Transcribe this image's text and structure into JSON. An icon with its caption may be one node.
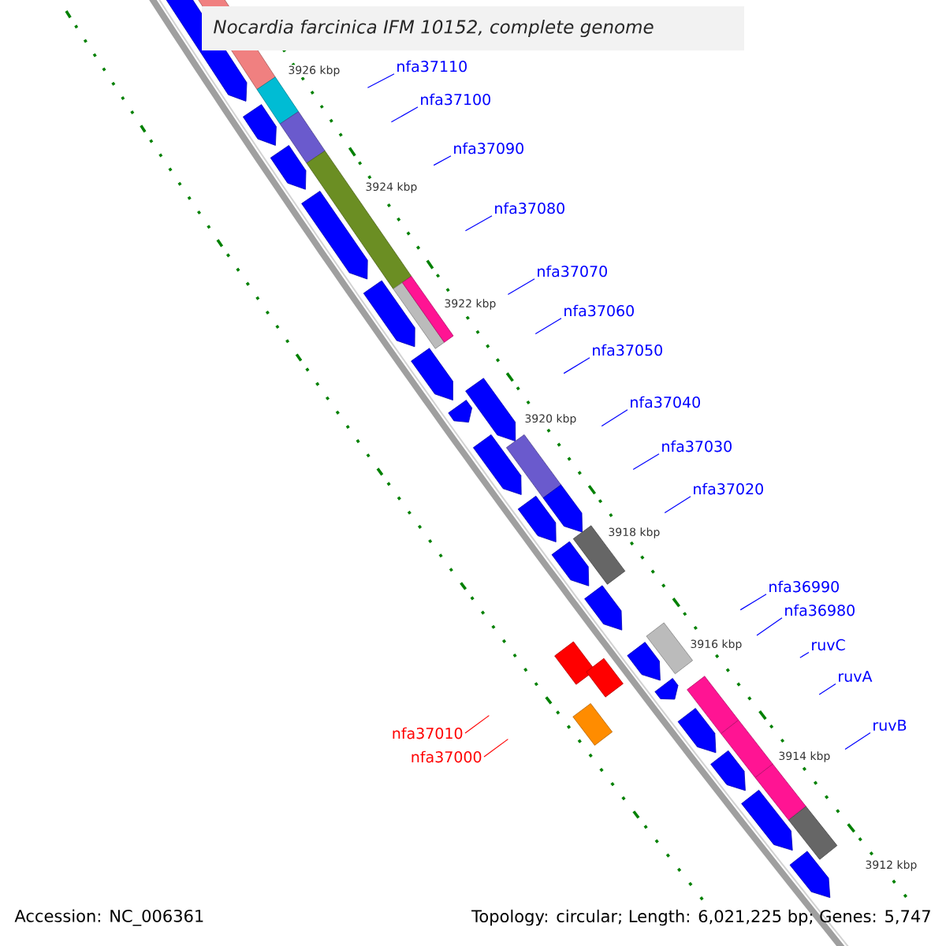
{
  "diagram": {
    "title": "*Nocardia farcinica IFM 10152, complete genome*",
    "nodes": [
      {
        "text": [
          "nfa37110"
        ]
      },
      {
        "text": [
          "nfa37100"
        ]
      },
      {
        "text": [
          "nfa37090"
        ]
      },
      {
        "text": [
          "nfa37080"
        ]
      },
      {
        "text": [
          "nfa37070"
        ]
      },
      {
        "text": [
          "nfa37060"
        ]
      },
      {
        "text": [
          "nfa37050"
        ]
      },
      {
        "text": [
          "nfa37040"
        ]
      },
      {
        "text": [
          "nfa37030"
        ]
      },
      {
        "text": [
          "nfa37020"
        ]
      },
      {
        "text": [
          "nfa36990"
        ]
      },
      {
        "text": [
          "nfa36980"
        ]
      },
      {
        "text": [
          "ruvC"
        ]
      },
      {
        "text": [
          "ruvA"
        ]
      },
      {
        "text": [
          "ruvB"
        ]
      },
      {
        "text": [
          "nfa37010"
        ]
      },
      {
        "text": [
          "nfa37000"
        ]
      }
    ],
    "edges": [
      {
        "from": 0,
        "to": null,
        "arrow": "none"
      },
      {
        "from": 1,
        "to": null,
        "arrow": "none"
      },
      {
        "from": 2,
        "to": null,
        "arrow": "none"
      },
      {
        "from": 3,
        "to": null,
        "arrow": "none"
      },
      {
        "from": 4,
        "to": null,
        "arrow": "none"
      },
      {
        "from": 5,
        "to": null,
        "arrow": "none"
      },
      {
        "from": 6,
        "to": null,
        "arrow": "none"
      },
      {
        "from": 7,
        "to": null,
        "arrow": "none"
      },
      {
        "from": 8,
        "to": null,
        "arrow": "none"
      },
      {
        "from": 9,
        "to": null,
        "arrow": "none"
      },
      {
        "from": 10,
        "to": null,
        "arrow": "none"
      },
      {
        "from": 11,
        "to": null,
        "arrow": "none"
      },
      {
        "from": 12,
        "to": null,
        "arrow": "none"
      },
      {
        "from": 13,
        "to": null,
        "arrow": "none"
      },
      {
        "from": 14,
        "to": null,
        "arrow": "none"
      },
      {
        "from": 15,
        "to": null,
        "arrow": "none",
        "color": "#ff0000"
      },
      {
        "from": 16,
        "to": null,
        "arrow": "none",
        "color": "#ff0000"
      }
    ],
    "labels": [
      "3926 kbp",
      "3924 kbp",
      "3922 kbp",
      "3920 kbp",
      "3918 kbp",
      "3916 kbp",
      "3914 kbp",
      "3912 kbp",
      "Accession: NC_006361",
      "Topology: circular; Length: 6,021,225 bp; Genes: 5,747"
    ]
  }
}
